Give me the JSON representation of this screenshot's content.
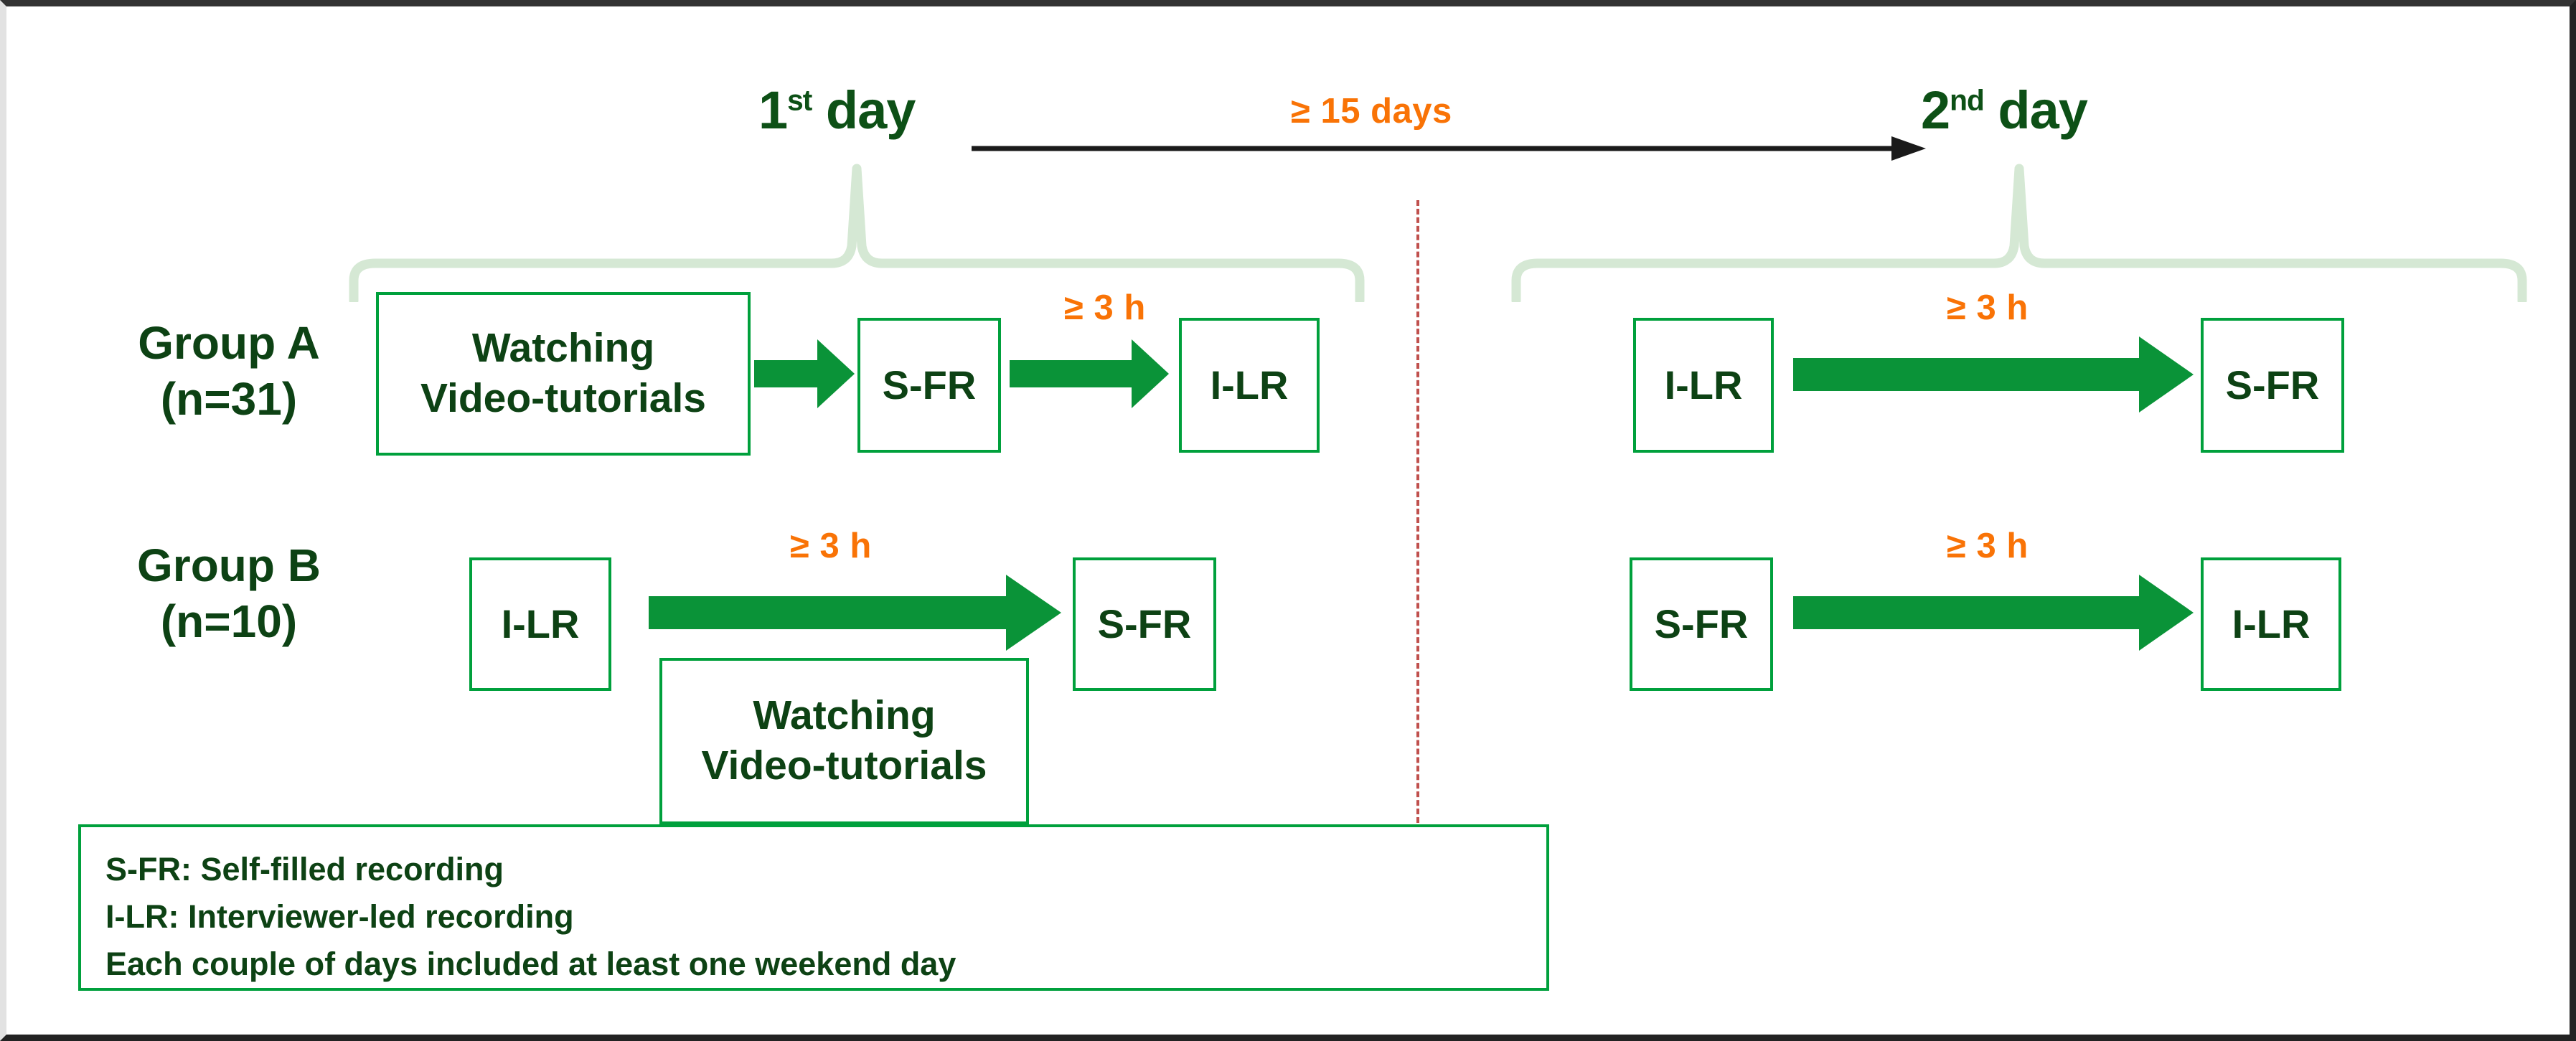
{
  "figure": {
    "border_color": "#222222",
    "background": "#ffffff"
  },
  "colors": {
    "dark_green_text": "#0d4214",
    "box_green": "#00a03c",
    "arrow_green": "#0a9338",
    "orange": "#f97306",
    "brace_light_green": "#d5e8d4",
    "divider_red": "#c0504d",
    "timeline_black": "#1a1a1a"
  },
  "timeline": {
    "day1_label_prefix": "1",
    "day1_label_sup": "st",
    "day1_label_suffix": " day",
    "day2_label_prefix": "2",
    "day2_label_sup": "nd",
    "day2_label_suffix": " day",
    "interval_label": "≥ 15 days"
  },
  "groups": [
    {
      "name_line1": "Group A",
      "name_line2": "(n=31)",
      "day1": {
        "nodes": [
          {
            "id": "video-tutorials",
            "label_line1": "Watching",
            "label_line2": "Video-tutorials"
          },
          {
            "id": "s-fr",
            "label": "S-FR"
          },
          {
            "id": "i-lr",
            "label": "I-LR"
          }
        ],
        "arrow_labels": [
          "",
          "≥ 3 h"
        ]
      },
      "day2": {
        "nodes": [
          {
            "id": "i-lr",
            "label": "I-LR"
          },
          {
            "id": "s-fr",
            "label": "S-FR"
          }
        ],
        "arrow_labels": [
          "≥ 3 h"
        ]
      }
    },
    {
      "name_line1": "Group B",
      "name_line2": "(n=10)",
      "day1": {
        "nodes": [
          {
            "id": "i-lr",
            "label": "I-LR"
          },
          {
            "id": "s-fr",
            "label": "S-FR"
          },
          {
            "id": "video-tutorials",
            "label_line1": "Watching",
            "label_line2": "Video-tutorials"
          }
        ],
        "arrow_labels": [
          "≥ 3 h"
        ]
      },
      "day2": {
        "nodes": [
          {
            "id": "s-fr",
            "label": "S-FR"
          },
          {
            "id": "i-lr",
            "label": "I-LR"
          }
        ],
        "arrow_labels": [
          "≥ 3 h"
        ]
      }
    }
  ],
  "legend": {
    "lines": [
      "S-FR: Self-filled recording",
      "I-LR: Interviewer-led recording",
      "Each couple of days included at least one weekend day"
    ]
  }
}
